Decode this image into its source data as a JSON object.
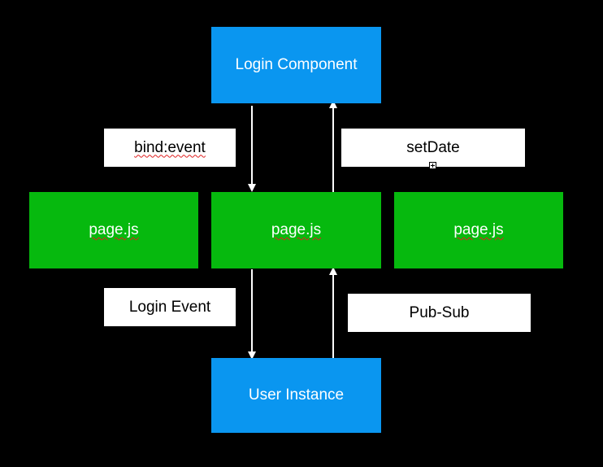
{
  "nodes": {
    "login_component": "Login Component",
    "page_left": "page.js",
    "page_center": "page.js",
    "page_right": "page.js",
    "user_instance": "User Instance"
  },
  "edge_labels": {
    "bind_event": "bind:event",
    "set_date": "setDate",
    "login_event": "Login Event",
    "pub_sub": "Pub-Sub"
  },
  "colors": {
    "background": "#000000",
    "component_blue": "#0a96f0",
    "page_green": "#06b90e",
    "label_bg": "#ffffff"
  }
}
